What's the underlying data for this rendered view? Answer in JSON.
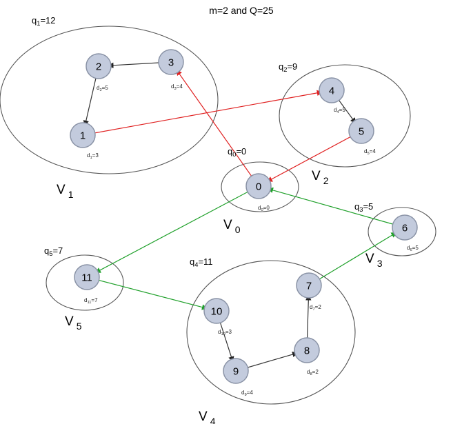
{
  "title": "m=2 and Q=25",
  "clusters": [
    {
      "id": "V1",
      "name": "V",
      "index": "1",
      "q_label": "q",
      "q_index": "1",
      "q_value": "=12"
    },
    {
      "id": "V2",
      "name": "V",
      "index": "2",
      "q_label": "q",
      "q_index": "2",
      "q_value": "=9"
    },
    {
      "id": "V0",
      "name": "V",
      "index": "0",
      "q_label": "q",
      "q_index": "0",
      "q_value": "=0"
    },
    {
      "id": "V3",
      "name": "V",
      "index": "3",
      "q_label": "q",
      "q_index": "3",
      "q_value": "=5"
    },
    {
      "id": "V5",
      "name": "V",
      "index": "5",
      "q_label": "q",
      "q_index": "5",
      "q_value": "=7"
    },
    {
      "id": "V4",
      "name": "V",
      "index": "4",
      "q_label": "q",
      "q_index": "4",
      "q_value": "=11"
    }
  ],
  "nodes": [
    {
      "id": "0",
      "label": "0",
      "d_index": "0",
      "d_value": "=0"
    },
    {
      "id": "1",
      "label": "1",
      "d_index": "1",
      "d_value": "=3"
    },
    {
      "id": "2",
      "label": "2",
      "d_index": "2",
      "d_value": "=5"
    },
    {
      "id": "3",
      "label": "3",
      "d_index": "3",
      "d_value": "=4"
    },
    {
      "id": "4",
      "label": "4",
      "d_index": "4",
      "d_value": "=5"
    },
    {
      "id": "5",
      "label": "5",
      "d_index": "5",
      "d_value": "=4"
    },
    {
      "id": "6",
      "label": "6",
      "d_index": "6",
      "d_value": "=5"
    },
    {
      "id": "7",
      "label": "7",
      "d_index": "7",
      "d_value": "=2"
    },
    {
      "id": "8",
      "label": "8",
      "d_index": "8",
      "d_value": "=2"
    },
    {
      "id": "9",
      "label": "9",
      "d_index": "9",
      "d_value": "=4"
    },
    {
      "id": "10",
      "label": "10",
      "d_index": "10",
      "d_value": "=3"
    },
    {
      "id": "11",
      "label": "11",
      "d_index": "11",
      "d_value": "=7"
    }
  ],
  "routes": [
    {
      "name": "red-route",
      "color": "#e02020",
      "edges": [
        [
          "0",
          "3"
        ],
        [
          "1",
          "4"
        ],
        [
          "5",
          "0"
        ]
      ]
    },
    {
      "name": "dark-route",
      "color": "#333333",
      "edges": [
        [
          "3",
          "2"
        ],
        [
          "2",
          "1"
        ],
        [
          "4",
          "5"
        ],
        [
          "10",
          "9"
        ],
        [
          "9",
          "8"
        ],
        [
          "8",
          "7"
        ]
      ]
    },
    {
      "name": "green-route",
      "color": "#1fa02a",
      "edges": [
        [
          "6",
          "0"
        ],
        [
          "0",
          "11"
        ],
        [
          "11",
          "10"
        ],
        [
          "7",
          "6"
        ]
      ]
    }
  ]
}
